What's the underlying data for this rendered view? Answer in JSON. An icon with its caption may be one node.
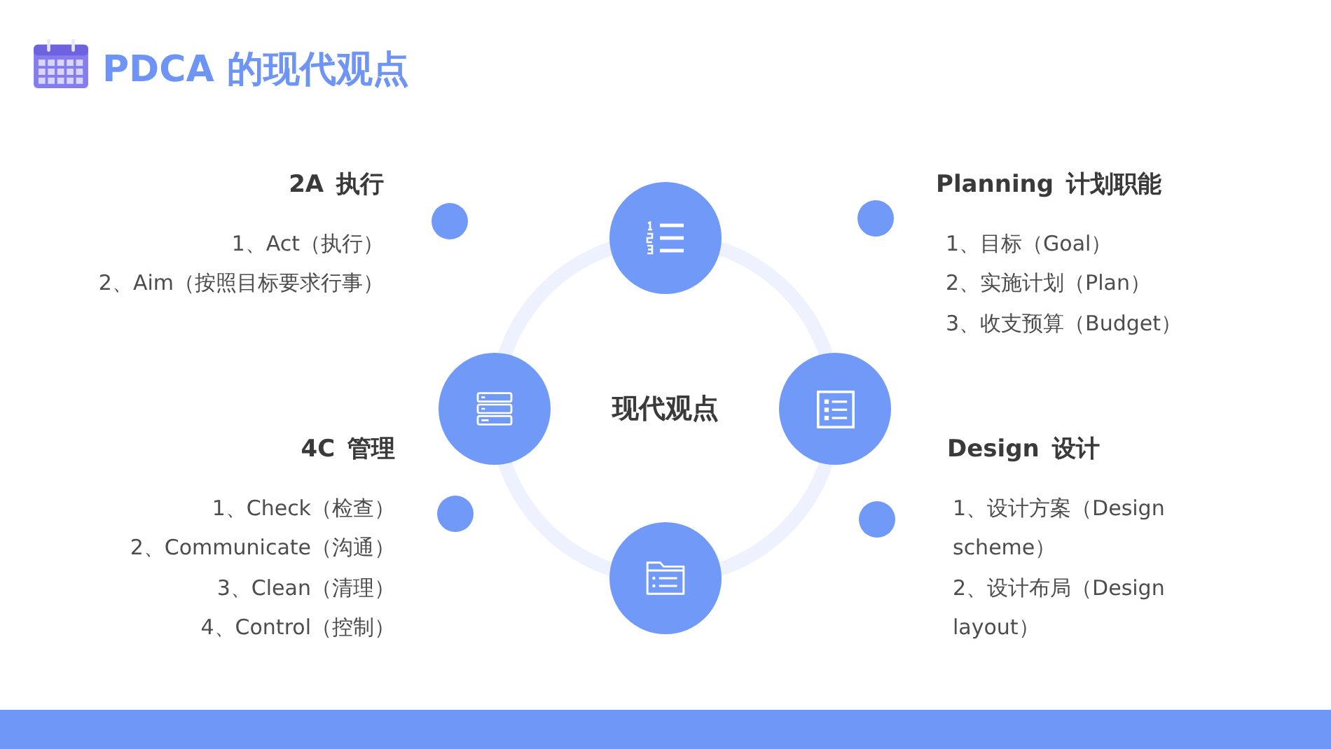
{
  "diagram": {
    "title": "PDCA 的现代观点",
    "nodes": [
      {
        "text": [],
        "shape": "circle"
      },
      {
        "text": [],
        "shape": "circle"
      },
      {
        "text": [
          "现代观点"
        ]
      },
      {
        "text": [],
        "shape": "circle"
      },
      {
        "text": [],
        "shape": "circle"
      }
    ],
    "labels": [
      "2A 执行",
      "1、Act（执行）",
      "2、Aim（按照目标要求行事）",
      "Planning 计划职能",
      "1、目标（Goal）",
      "2、实施计划（Plan）",
      "3、收支预算（Budget）",
      "4C 管理",
      "1、Check（检查）",
      "2、Communicate（沟通）",
      "3、Clean（清理）",
      "4、Control（控制）",
      "Design 设计",
      "1、设计方案（Design scheme）",
      "2、设计布局（Design layout）"
    ]
  }
}
